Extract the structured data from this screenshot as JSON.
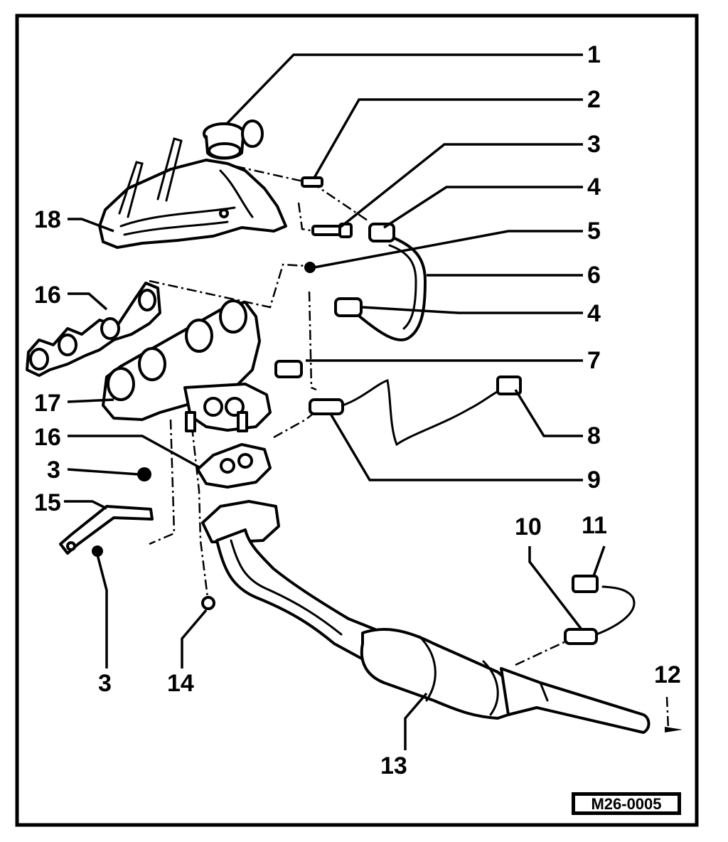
{
  "callouts": {
    "c1": "1",
    "c2": "2",
    "c3a": "3",
    "c4a": "4",
    "c5": "5",
    "c6": "6",
    "c4b": "4",
    "c7": "7",
    "c8": "8",
    "c9": "9",
    "c10": "10",
    "c11": "11",
    "c12": "12",
    "c13": "13",
    "c14": "14",
    "c3c": "3",
    "c15": "15",
    "c3b": "3",
    "c16b": "16",
    "c17": "17",
    "c16a": "16",
    "c18": "18"
  },
  "reference_code": "M26-0005"
}
